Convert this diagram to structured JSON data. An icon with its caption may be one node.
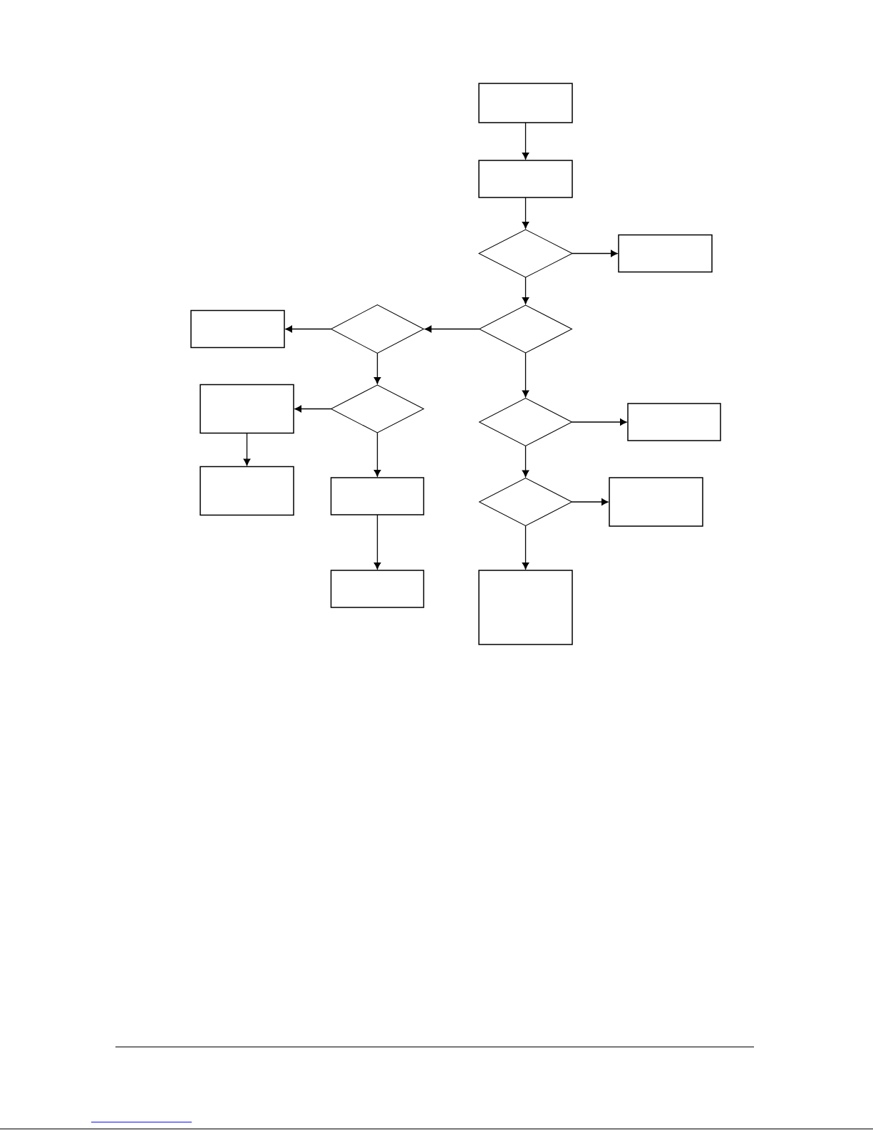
{
  "diagram": {
    "nodes": [
      {
        "text": [],
        "shape": "box"
      },
      {
        "text": [],
        "shape": "box"
      },
      {
        "text": [],
        "shape": "diamond"
      },
      {
        "text": [],
        "shape": "box"
      },
      {
        "text": [],
        "shape": "box"
      },
      {
        "text": [],
        "shape": "diamond"
      },
      {
        "text": [],
        "shape": "diamond"
      },
      {
        "text": [],
        "shape": "box"
      },
      {
        "text": [],
        "shape": "diamond"
      },
      {
        "text": [],
        "shape": "diamond"
      },
      {
        "text": [],
        "shape": "box"
      },
      {
        "text": [],
        "shape": "box"
      },
      {
        "text": [],
        "shape": "box"
      },
      {
        "text": [],
        "shape": "diamond"
      },
      {
        "text": [],
        "shape": "box"
      },
      {
        "text": [],
        "shape": "box"
      },
      {
        "text": [],
        "shape": "box"
      }
    ],
    "edges": [
      {
        "from": 0,
        "to": 1,
        "arrow": "to"
      },
      {
        "from": 1,
        "to": 2,
        "arrow": "to"
      },
      {
        "from": 2,
        "to": 3,
        "arrow": "to"
      },
      {
        "from": 2,
        "to": 6,
        "arrow": "to"
      },
      {
        "from": 6,
        "to": 5,
        "arrow": "to"
      },
      {
        "from": 5,
        "to": 4,
        "arrow": "to"
      },
      {
        "from": 5,
        "to": 8,
        "arrow": "to"
      },
      {
        "from": 8,
        "to": 7,
        "arrow": "to"
      },
      {
        "from": 7,
        "to": 11,
        "arrow": "to"
      },
      {
        "from": 8,
        "to": 12,
        "arrow": "to"
      },
      {
        "from": 12,
        "to": 15,
        "arrow": "to"
      },
      {
        "from": 6,
        "to": 9,
        "arrow": "to"
      },
      {
        "from": 9,
        "to": 10,
        "arrow": "to"
      },
      {
        "from": 9,
        "to": 13,
        "arrow": "to"
      },
      {
        "from": 13,
        "to": 14,
        "arrow": "to"
      },
      {
        "from": 13,
        "to": 16,
        "arrow": "to"
      }
    ]
  }
}
